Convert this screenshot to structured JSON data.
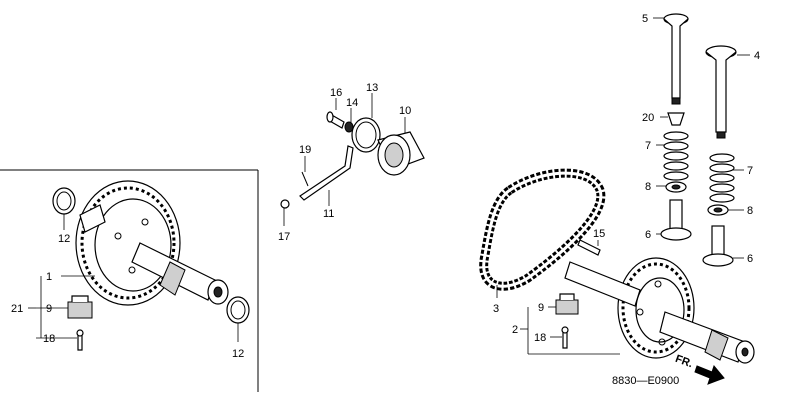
{
  "diagram": {
    "drawing_code": "8830—E0900",
    "front_indicator": "FR.",
    "callouts": {
      "left_1": "1",
      "left_9": "9",
      "left_21": "21",
      "left_18": "18",
      "left_12_top": "12",
      "left_12_bottom": "12",
      "mid_16": "16",
      "mid_14": "14",
      "mid_13": "13",
      "mid_10": "10",
      "mid_19": "19",
      "mid_11": "11",
      "mid_17": "17",
      "right_5": "5",
      "right_4": "4",
      "right_20": "20",
      "right_7a": "7",
      "right_7b": "7",
      "right_8a": "8",
      "right_8b": "8",
      "right_6a": "6",
      "right_6b": "6",
      "right_15": "15",
      "right_3": "3",
      "right_9": "9",
      "right_2": "2",
      "right_18": "18"
    }
  }
}
